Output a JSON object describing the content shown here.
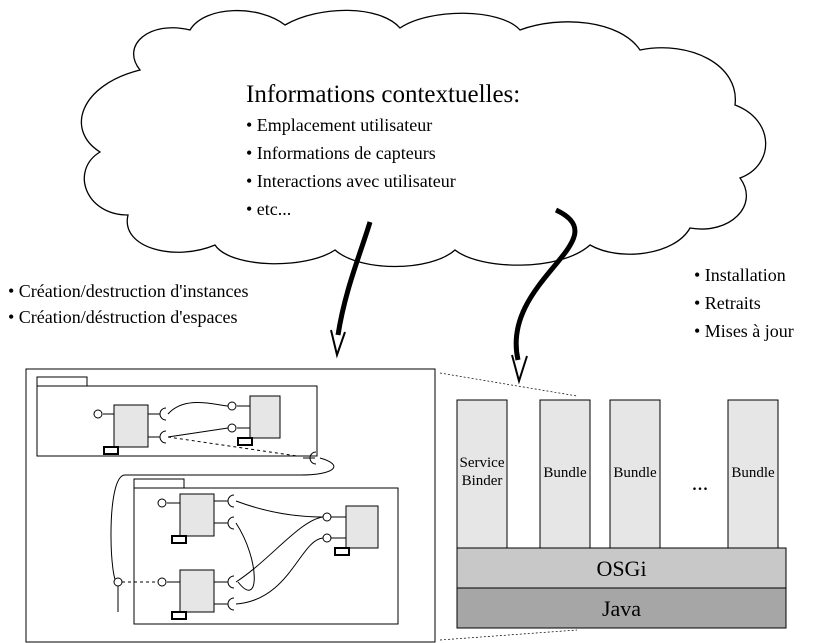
{
  "cloud": {
    "title": "Informations contextuelles:",
    "items": [
      "• Emplacement utilisateur",
      "• Informations de capteurs",
      "• Interactions avec utilisateur",
      "• etc..."
    ]
  },
  "left_actions": [
    "• Création/destruction d'instances",
    "• Création/déstruction d'espaces"
  ],
  "right_actions": [
    "• Installation",
    "• Retraits",
    "• Mises à jour"
  ],
  "osgi_stack": {
    "columns": [
      "Service Binder",
      "Bundle",
      "Bundle",
      "...",
      "Bundle"
    ],
    "layers": [
      "OSGi",
      "Java"
    ]
  },
  "colors": {
    "box_fill": "#e6e6e6",
    "layer_osgi": "#c8c8c8",
    "layer_java": "#a6a6a6",
    "stroke": "#000000"
  }
}
